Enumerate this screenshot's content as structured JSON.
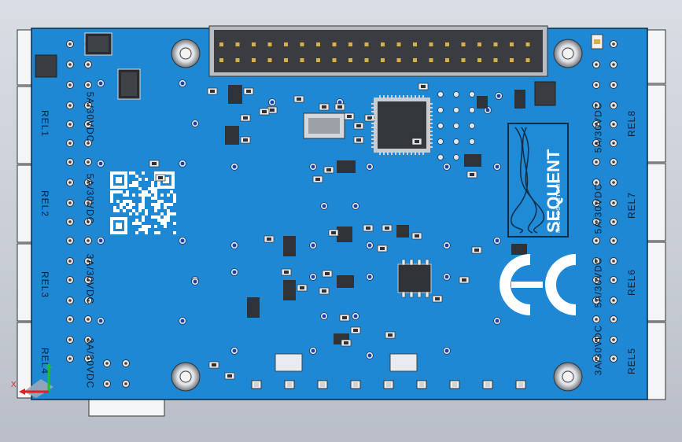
{
  "board": {
    "pcb_color": "#1e88d4",
    "pcb_edge": "#0c2a45",
    "logo_text": "SEQUENT",
    "logo_subtext": "MICROSYSTEMS",
    "relay_labels_left": [
      "REL1",
      "REL2",
      "REL3",
      "REL4"
    ],
    "relay_labels_right": [
      "REL8",
      "REL7",
      "REL6",
      "REL5"
    ],
    "rating_left": [
      "5A/30VDC",
      "5A/30VDC",
      "3A/30VDC",
      "3A/30VDC"
    ],
    "rating_right": [
      "5A/30VDC",
      "5A/30VDC",
      "5A/30VDC",
      "3A/30VDC"
    ],
    "certification_mark": "CE"
  },
  "axes_triad": {
    "x_label": "X",
    "x_color": "#e02020",
    "y_color": "#20c020",
    "z_color": "#2040e0"
  },
  "icons": [
    "mounting-hole-icon",
    "gpio-header-icon",
    "qr-code-icon",
    "ce-mark-icon",
    "axis-triad-icon"
  ]
}
